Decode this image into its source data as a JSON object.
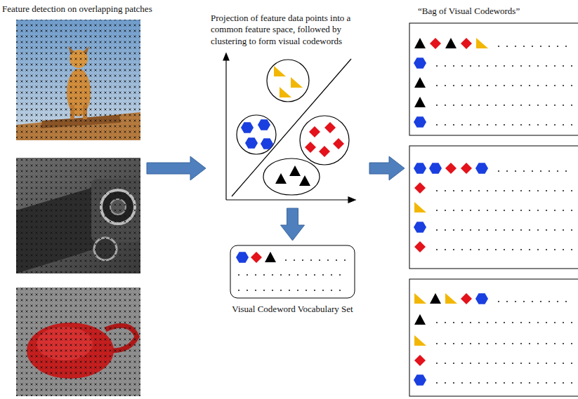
{
  "diagram": {
    "nodes": [
      {
        "text": [
          "Feature detection on overlapping patches"
        ]
      },
      {
        "text": [
          "Projection of feature data points into a common feature space, followed by clustering to form visual codewords"
        ]
      },
      {
        "text": [
          "Visual Codeword Vocabulary Set"
        ]
      },
      {
        "text": [
          "“Bag of Visual Codewords”"
        ]
      }
    ],
    "edges": [
      {
        "from": 0,
        "to": 1,
        "arrow": "to"
      },
      {
        "from": 1,
        "to": 3,
        "arrow": "to"
      },
      {
        "from": 1,
        "to": 2,
        "arrow": "to"
      }
    ]
  }
}
